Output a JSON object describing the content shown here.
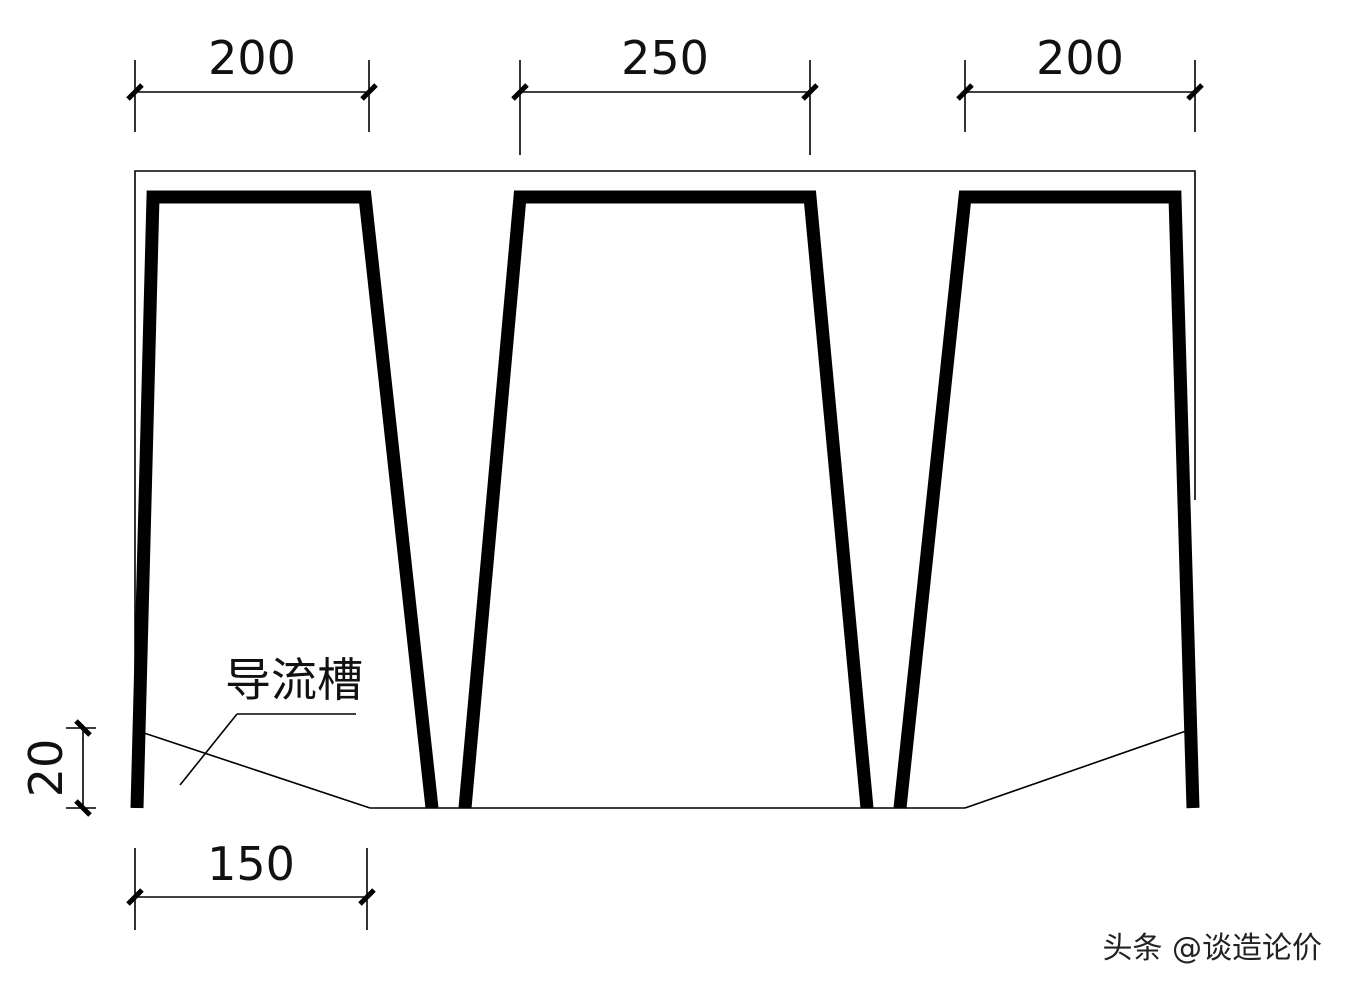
{
  "dimensions": {
    "top_left": "200",
    "top_middle": "250",
    "top_right": "200",
    "bottom_left": "150",
    "groove_depth": "20"
  },
  "labels": {
    "groove": "导流槽"
  },
  "watermark": "头条 @谈造论价",
  "colors": {
    "line": "#000000",
    "background": "#ffffff"
  }
}
